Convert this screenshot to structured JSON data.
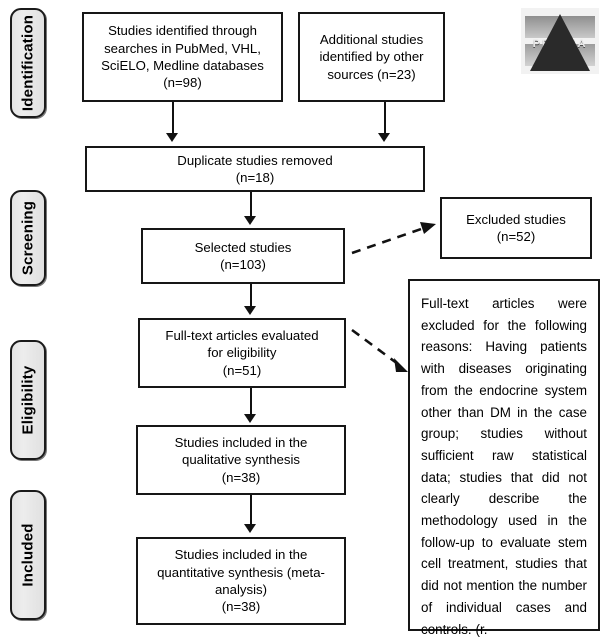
{
  "diagram": {
    "type": "PRISMA flow diagram",
    "stages": [
      {
        "id": "identification",
        "label": "Identification"
      },
      {
        "id": "screening",
        "label": "Screening"
      },
      {
        "id": "eligibility",
        "label": "Eligibility"
      },
      {
        "id": "included",
        "label": "Included"
      }
    ],
    "boxes": {
      "records_identified": {
        "line1": "Studies identified through",
        "line2": "searches in PubMed, VHL,",
        "line3": "SciELO, Medline databases",
        "line4": "(n=98)",
        "count": 98
      },
      "additional_records": {
        "line1": "Additional studies",
        "line2": "identified by other",
        "line3": "sources (n=23)",
        "count": 23
      },
      "duplicates_removed": {
        "line1": "Duplicate studies removed",
        "line2": "(n=18)",
        "count": 18
      },
      "selected_studies": {
        "line1": "Selected studies",
        "line2": "(n=103)",
        "count": 103
      },
      "excluded_studies": {
        "line1": "Excluded studies",
        "line2": "(n=52)",
        "count": 52
      },
      "fulltext_assessed": {
        "line1": "Full-text articles evaluated",
        "line2": "for eligibility",
        "line3": "(n=51)",
        "count": 51
      },
      "exclusion_reasons": {
        "text": "Full-text articles were excluded for the following reasons: Having patients with diseases originating from the endocrine system other than DM in the case group; studies without sufficient raw statistical data; studies that did not clearly describe the methodology used in the follow-up to evaluate stem cell treatment, studies that did not mention the number of individual cases and controls. (r."
      },
      "qualitative_synthesis": {
        "line1": "Studies included in the",
        "line2": "qualitative synthesis",
        "line3": "(n=38)",
        "count": 38
      },
      "quantitative_synthesis": {
        "line1": "Studies included in the",
        "line2": "quantitative synthesis (meta-",
        "line3": "analysis)",
        "line4": "(n=38)",
        "count": 38
      }
    },
    "logo": {
      "wordmark": "PRISMA"
    },
    "colors": {
      "line": "#161616",
      "stage_fill": "#e7e7e7",
      "background": "#ffffff"
    }
  }
}
